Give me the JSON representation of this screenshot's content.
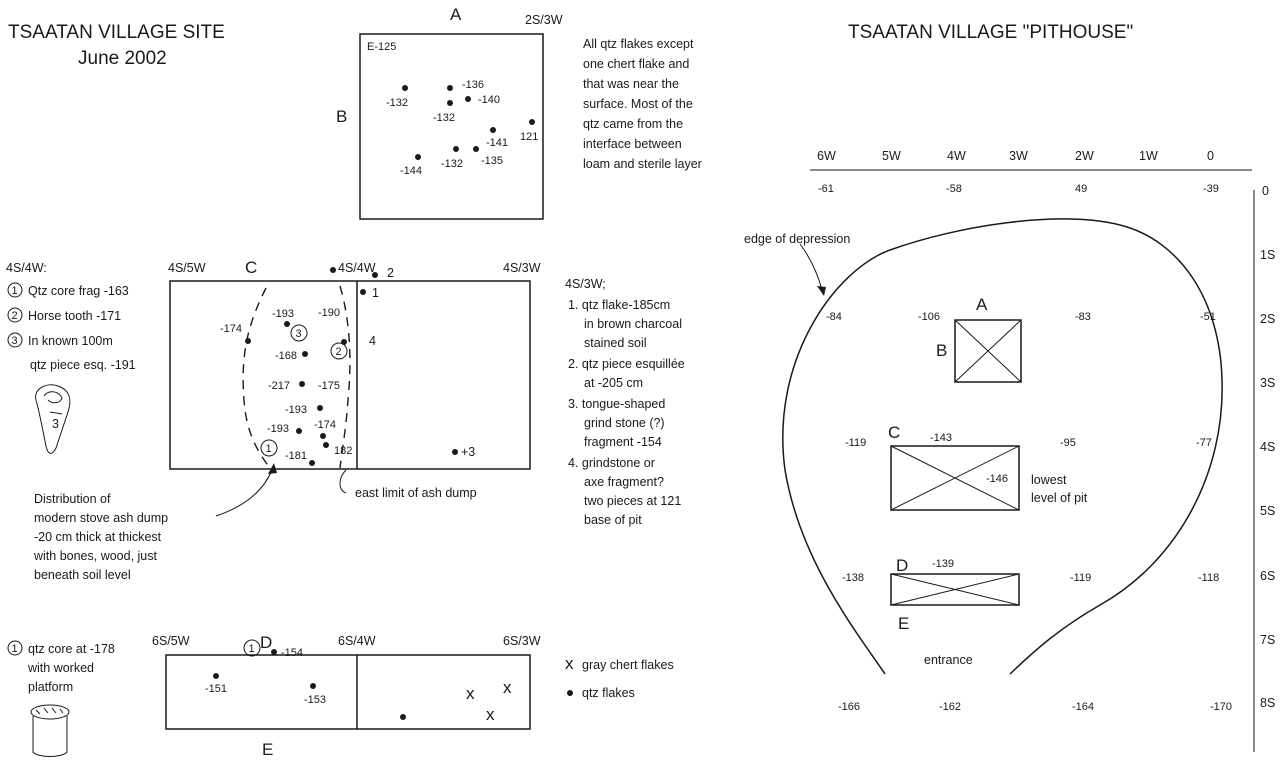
{
  "titles": {
    "site_title": "TSAATAN VILLAGE SITE",
    "site_date": "June 2002",
    "pithouse_title": "TSAATAN VILLAGE \"PITHOUSE\""
  },
  "unit_a": {
    "top_label": "A",
    "coord": "2S/3W",
    "side_label": "B",
    "elevation_label": "E-125",
    "points": [
      "-132",
      "-136",
      "-132",
      "-140",
      "121",
      "-141",
      "-144",
      "-132",
      "-135"
    ],
    "note_lines": [
      "All qtz flakes except",
      "one chert flake and",
      "that was near the",
      "surface.  Most of the",
      "qtz came from the",
      "interface between",
      "loam and sterile layer"
    ]
  },
  "unit_c": {
    "left_coord": "4S/4W:",
    "coord_1": "4S/5W",
    "label": "C",
    "coord_2": "4S/4W",
    "coord_3": "4S/3W",
    "legend": [
      {
        "num": "1",
        "text": "Qtz core frag -163"
      },
      {
        "num": "2",
        "text": "Horse tooth -171"
      },
      {
        "num": "3",
        "text": "In known 100m"
      }
    ],
    "legend_extra": "qtz piece esq. -191",
    "points": [
      "-193",
      "-190",
      "-174",
      "-168",
      "-217",
      "-175",
      "-193",
      "-193",
      "-174",
      "-181",
      "182"
    ],
    "marker_labels": [
      "1",
      "2",
      "3"
    ],
    "right_points": [
      "2",
      "1",
      "4",
      "+3"
    ],
    "right_coord": "4S/3W;",
    "right_notes": [
      [
        "1.  qtz flake-185cm",
        "in brown charcoal",
        "stained soil"
      ],
      [
        "2.  qtz piece esquillée",
        "at -205 cm"
      ],
      [
        "3.  tongue-shaped",
        "grind stone (?)",
        "fragment -154"
      ],
      [
        "4.  grindstone or",
        "axe fragment?",
        "two pieces at 121",
        "base of pit"
      ]
    ],
    "ash_note_lines": [
      "Distribution of",
      "modern stove ash dump",
      "-20 cm thick at thickest",
      "with bones, wood, just",
      "beneath soil level"
    ],
    "east_limit": "east limit of ash dump",
    "sketch_label": "3"
  },
  "unit_d": {
    "coord_1": "6S/5W",
    "label": "D",
    "coord_2": "6S/4W",
    "coord_3": "6S/3W",
    "bottom_label": "E",
    "marker": "1",
    "legend_lines": [
      "qtz core at -178",
      "with worked",
      "platform"
    ],
    "points": [
      "-154",
      "-151",
      "-153"
    ],
    "key": [
      {
        "symbol": "x",
        "text": "gray chert flakes"
      },
      {
        "symbol": "•",
        "text": "qtz flakes"
      }
    ]
  },
  "pithouse": {
    "x_ticks": [
      "6W",
      "5W",
      "4W",
      "3W",
      "2W",
      "1W",
      "0"
    ],
    "top_values": [
      "-61",
      "-58",
      "49",
      "-39"
    ],
    "y_ticks": [
      "0",
      "1S",
      "2S",
      "3S",
      "4S",
      "5S",
      "6S",
      "7S",
      "8S"
    ],
    "edge_label": "edge of depression",
    "row2": [
      "-84",
      "-106",
      "-83",
      "-51"
    ],
    "row4": [
      "-119",
      "-143",
      "-95",
      "-77"
    ],
    "mid_value": "-146",
    "row6": [
      "-138",
      "-139",
      "-119",
      "-118"
    ],
    "bottom_values": [
      "-166",
      "-162",
      "-164",
      "-170"
    ],
    "box_a": "A",
    "box_b": "B",
    "box_c": "C",
    "box_d": "D",
    "box_e": "E",
    "lowest_lines": [
      "lowest",
      "level of pit"
    ],
    "entrance": "entrance"
  }
}
